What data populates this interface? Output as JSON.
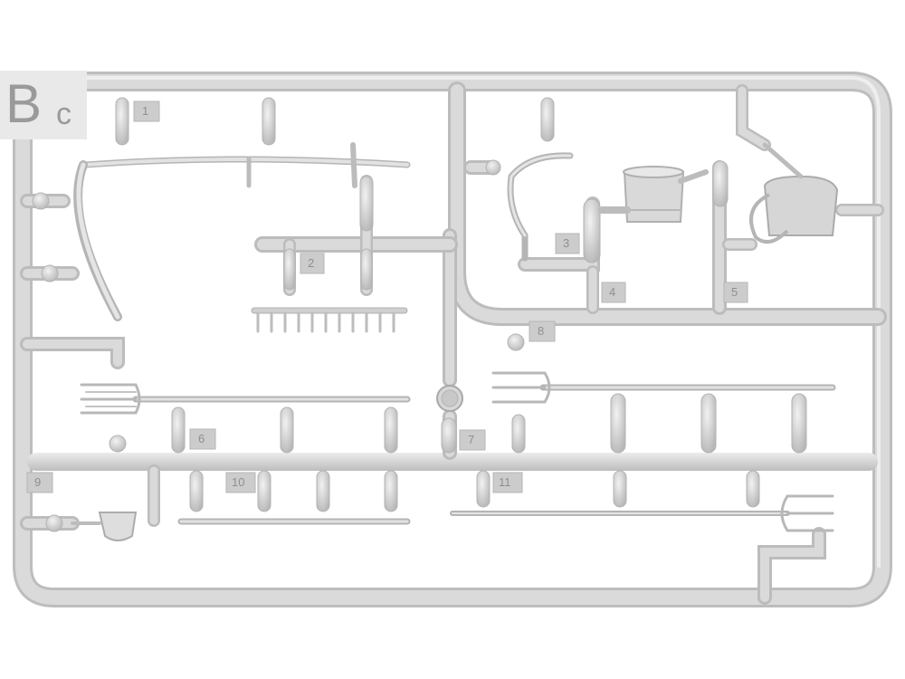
{
  "sprue": {
    "letter": "B",
    "sub_letter": "c",
    "part_numbers": [
      "1",
      "2",
      "3",
      "4",
      "5",
      "6",
      "7",
      "8",
      "9",
      "10",
      "11"
    ]
  },
  "colors": {
    "plastic": "#d7d7d7",
    "plastic_shadow": "#bcbcbc",
    "plastic_highlight": "#ececec",
    "background": "#ffffff"
  }
}
